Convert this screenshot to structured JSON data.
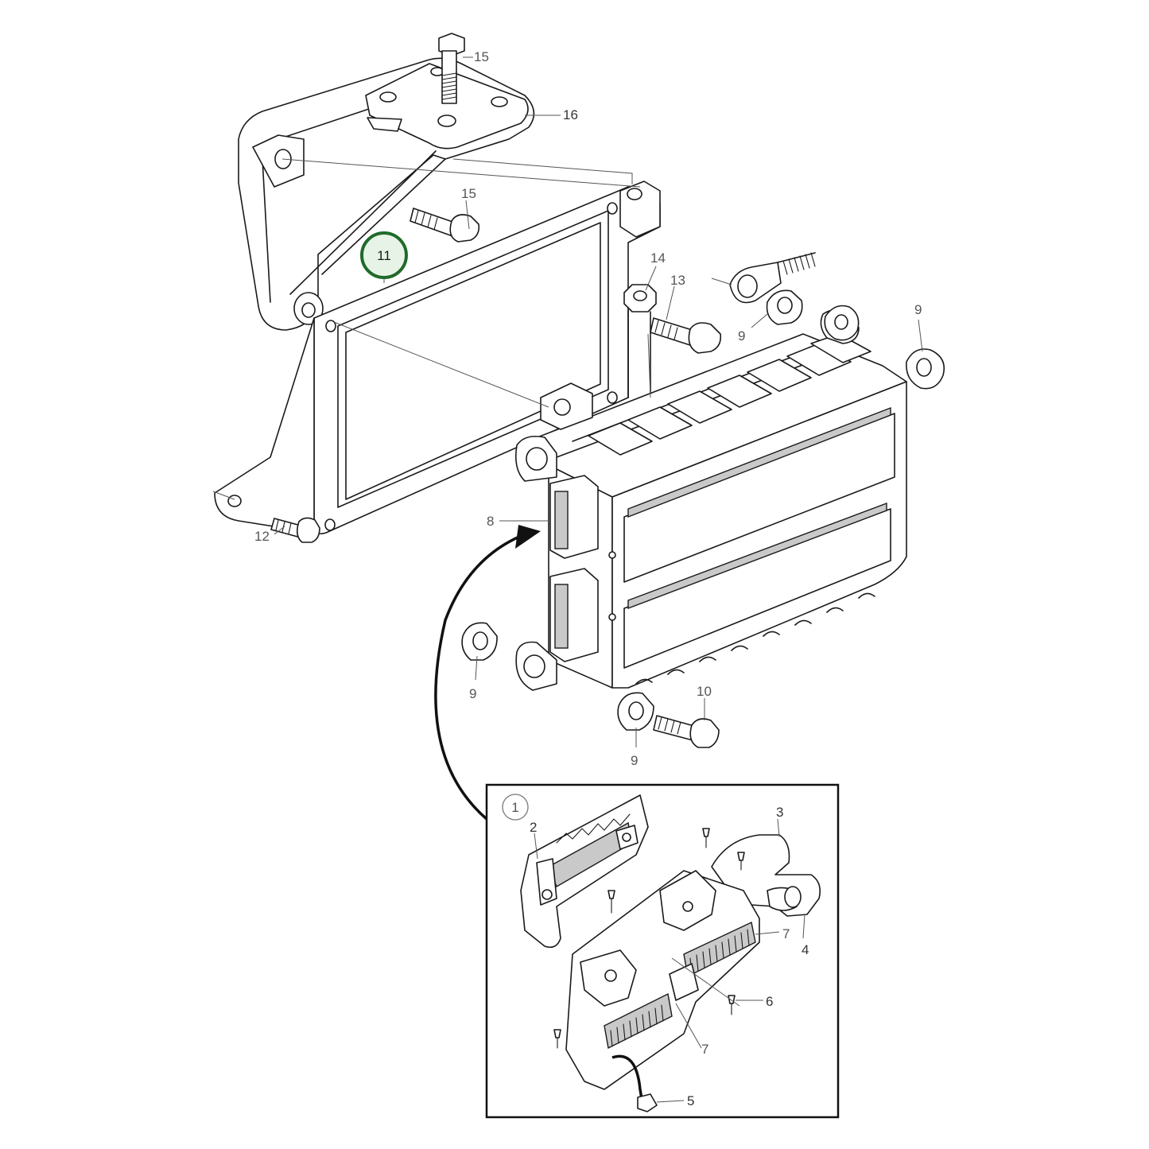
{
  "diagram": {
    "highlighted_callout": "11",
    "inset_index": "1",
    "labels": {
      "l15_top": "15",
      "l16": "16",
      "l15_mid": "15",
      "l14": "14",
      "l13": "13",
      "l9_washer_top": "9",
      "l9_right": "9",
      "l12": "12",
      "l8": "8",
      "l9_left": "9",
      "l10": "10",
      "l9_bottom": "9"
    },
    "inset_labels": {
      "l2": "2",
      "l3": "3",
      "l4": "4",
      "l7_upper": "7",
      "l6": "6",
      "l7_lower": "7",
      "l5": "5"
    }
  }
}
